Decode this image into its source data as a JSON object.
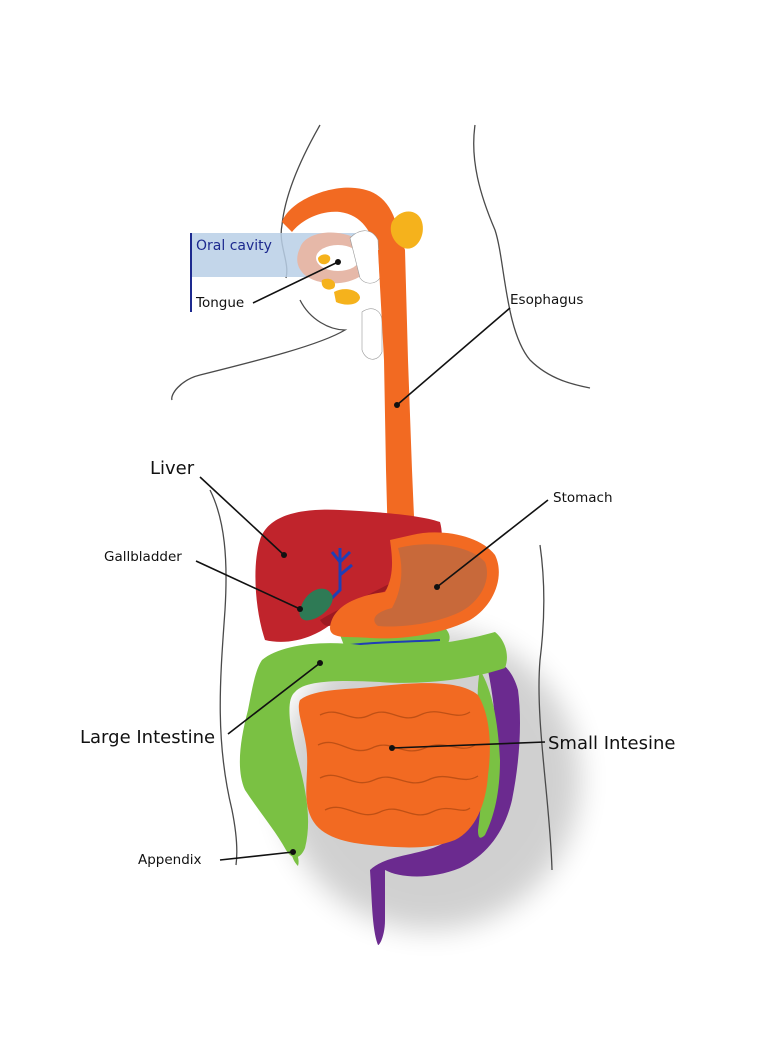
{
  "labels": {
    "oral_cavity": "Oral cavity",
    "tongue": "Tongue",
    "esophagus": "Esophagus",
    "liver": "Liver",
    "stomach": "Stomach",
    "gallbladder": "Gallbladder",
    "large_intestine": "Large Intestine",
    "small_intestine": "Small Intesine",
    "appendix": "Appendix"
  },
  "colors": {
    "body_outline": "#4a4a4a",
    "esophagus": "#f26a22",
    "stomach": "#c8693a",
    "liver": "#c0242c",
    "liver_shade": "#9e1a22",
    "gallbladder": "#2e7a55",
    "bile_duct": "#1f3fb5",
    "large_intestine": "#7ac143",
    "small_intestine": "#f26a22",
    "rectum": "#6b2a8f",
    "salivary": "#f5b21c",
    "tongue": "#e6b8a8",
    "oral_highlight": "#b9cfe6",
    "oral_label": "#1d2a8f",
    "leader": "#111111"
  }
}
